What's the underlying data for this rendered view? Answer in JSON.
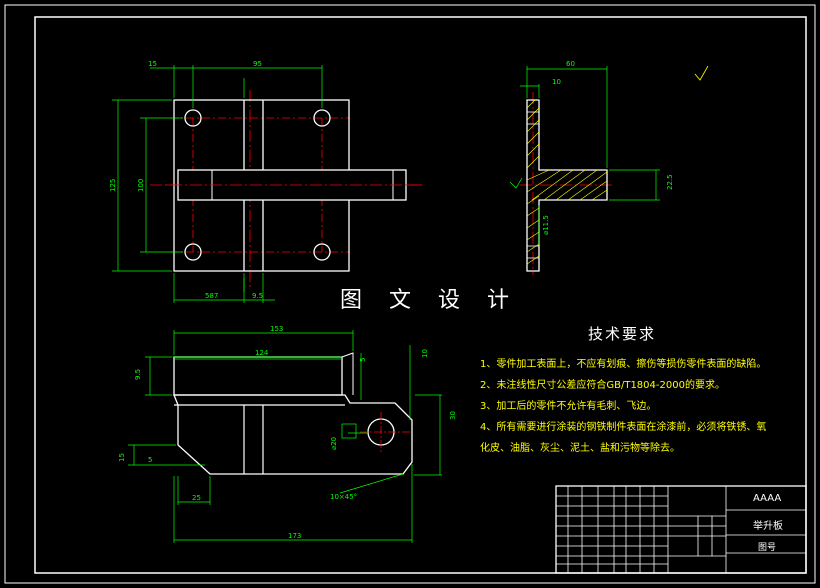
{
  "watermark": "图 文 设 计",
  "technical_requirements": {
    "title": "技术要求",
    "items": [
      "1、零件加工表面上，不应有划痕、擦伤等损伤零件表面的缺陷。",
      "2、未注线性尺寸公差应符合GB/T1804-2000的要求。",
      "3、加工后的零件不允许有毛刺、飞边。",
      "4、所有需要进行涂装的钢铁制件表面在涂漆前，必须将铁锈、氧",
      "化皮、油脂、灰尘、泥土、盐和污物等除去。"
    ]
  },
  "dimensions": {
    "top_15": "15",
    "top_95": "95",
    "left_125": "125",
    "left_100": "100",
    "bottom_587": "587",
    "bottom_9_5": "9.5",
    "side_60": "60",
    "side_10": "10",
    "side_22_5": "22.5",
    "side_dia_11_5": "⌀11.5",
    "front_153": "153",
    "front_124": "124",
    "front_9_5": "9.5",
    "front_5": "5",
    "front_10": "10",
    "front_30": "30",
    "front_15": "15",
    "front_left_5": "5",
    "front_25": "25",
    "front_173": "173",
    "chamfer": "10×45°",
    "hole_dia": "⌀20"
  },
  "title_block": {
    "code": "AAAA",
    "part_name": "举升板",
    "drawing_no": "图号"
  },
  "colors": {
    "border": "#ffffff",
    "part_outline": "#ffffff",
    "dimension": "#00ff00",
    "centerline": "#ff0000",
    "text": "#ffff00",
    "hatch": "#ffff00"
  }
}
